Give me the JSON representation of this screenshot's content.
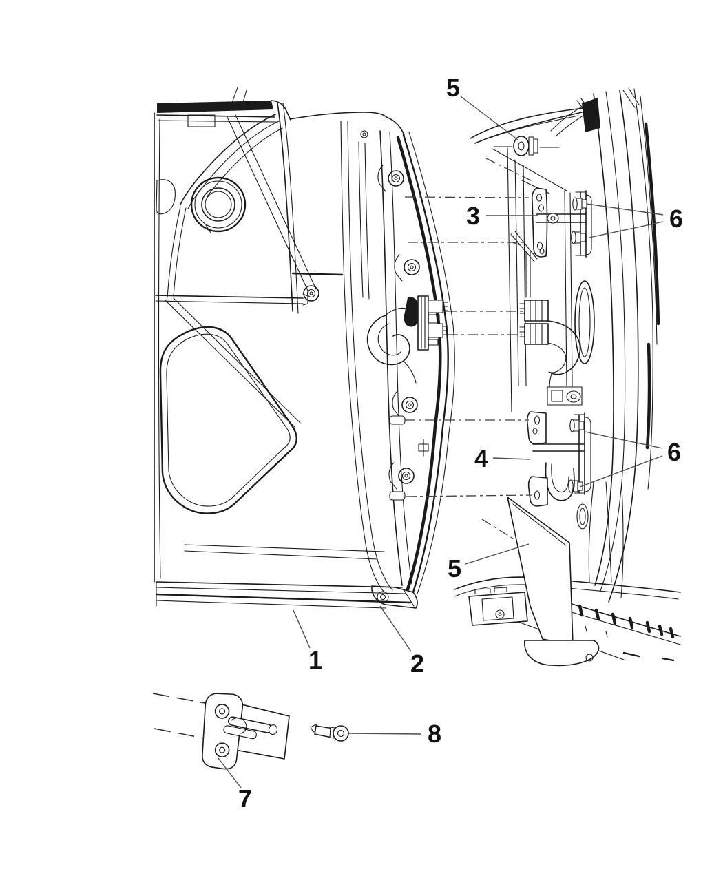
{
  "figure": {
    "background_color": "#ffffff",
    "line_color": "#1a1a1a",
    "leader_line_color": "#4d4d4d"
  },
  "callouts": [
    {
      "id": "callout-1",
      "label": "1"
    },
    {
      "id": "callout-2",
      "label": "2"
    },
    {
      "id": "callout-3",
      "label": "3"
    },
    {
      "id": "callout-4",
      "label": "4"
    },
    {
      "id": "callout-5-upper",
      "label": "5"
    },
    {
      "id": "callout-5-lower",
      "label": "5"
    },
    {
      "id": "callout-6-upper",
      "label": "6"
    },
    {
      "id": "callout-6-lower",
      "label": "6"
    },
    {
      "id": "callout-7",
      "label": "7"
    },
    {
      "id": "callout-8",
      "label": "8"
    }
  ]
}
